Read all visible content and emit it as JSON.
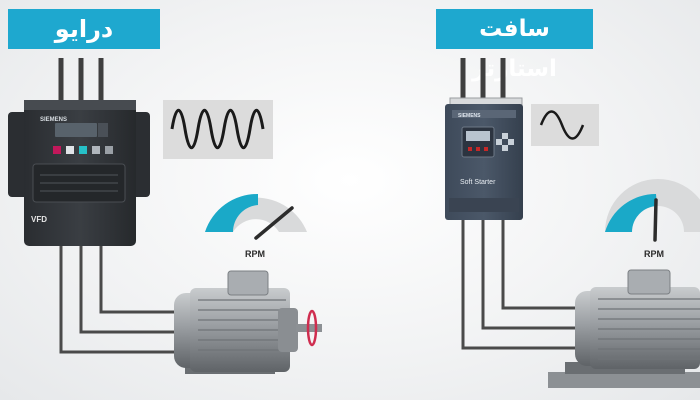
{
  "left_panel": {
    "title": "درایو",
    "device_brand": "SIEMENS",
    "device_label": "VFD",
    "gauge_label": "RPM",
    "gauge_fill_fraction": 0.55,
    "wave": "high-frequency-sine"
  },
  "right_panel": {
    "title": "سافت استارتر",
    "device_brand": "SIEMENS",
    "device_label": "Soft Starter",
    "gauge_label": "RPM",
    "gauge_fill_fraction": 0.52,
    "wave": "single-sine"
  },
  "colors": {
    "accent": "#1ea8cf",
    "wire": "#4a4a4a",
    "device_dark": "#2f3236",
    "motor_gray": "#8d9195",
    "shaft_ring": "#d0304e"
  }
}
